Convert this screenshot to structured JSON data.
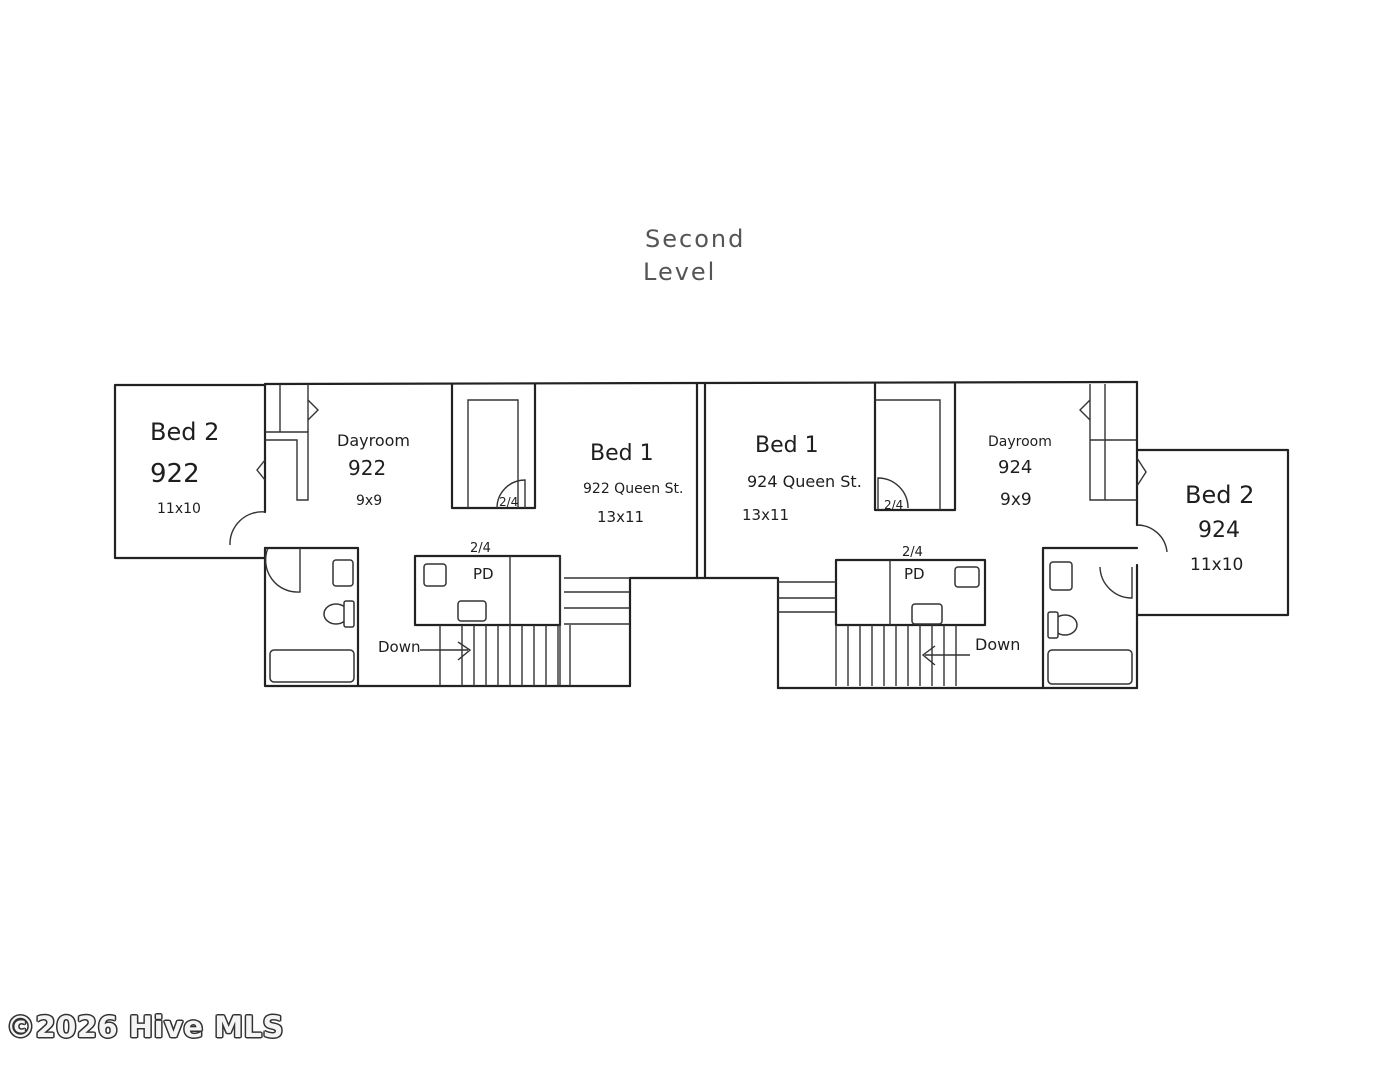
{
  "title": {
    "line1": "Second",
    "line2": "Level"
  },
  "units": {
    "left": {
      "bed2": {
        "label": "Bed 2",
        "unit": "922",
        "size": "11x10"
      },
      "dayroom": {
        "label": "Dayroom",
        "unit": "922",
        "size": "9x9"
      },
      "bed1": {
        "label": "Bed 1",
        "address": "922 Queen St.",
        "size": "13x11"
      },
      "closet_door": "2/4",
      "bath_door": "2/4",
      "bath": "PD",
      "stairs": "Down"
    },
    "right": {
      "bed1": {
        "label": "Bed 1",
        "address": "924 Queen St.",
        "size": "13x11"
      },
      "dayroom": {
        "label": "Dayroom",
        "unit": "924",
        "size": "9x9"
      },
      "bed2": {
        "label": "Bed 2",
        "unit": "924",
        "size": "11x10"
      },
      "closet_door": "2/4",
      "bath_door": "2/4",
      "bath": "PD",
      "stairs": "Down"
    }
  },
  "watermark": "©2026 Hive MLS"
}
